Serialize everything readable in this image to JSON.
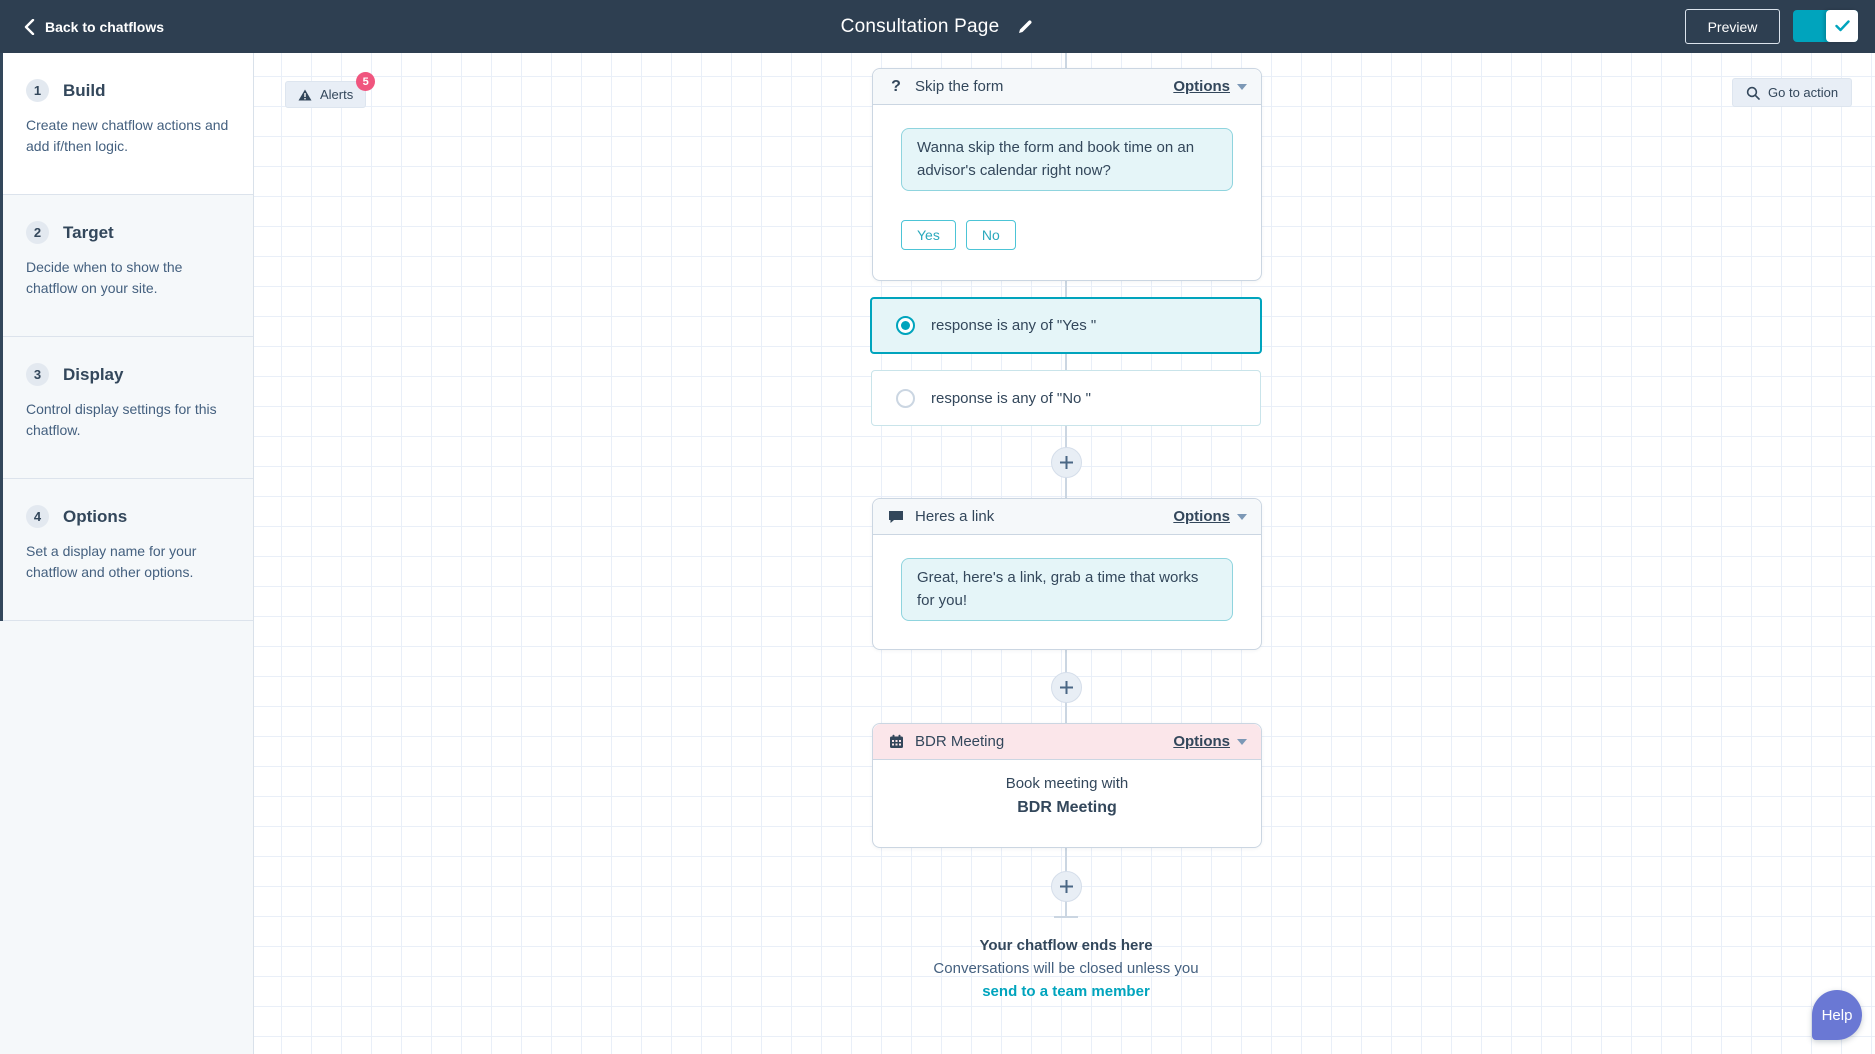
{
  "topbar": {
    "back_label": "Back to chatflows",
    "title": "Consultation Page",
    "preview_label": "Preview"
  },
  "sidebar": {
    "steps": [
      {
        "num": "1",
        "title": "Build",
        "desc": "Create new chatflow actions and add if/then logic."
      },
      {
        "num": "2",
        "title": "Target",
        "desc": "Decide when to show the chatflow on your site."
      },
      {
        "num": "3",
        "title": "Display",
        "desc": "Control display settings for this chatflow."
      },
      {
        "num": "4",
        "title": "Options",
        "desc": "Set a display name for your chatflow and other options."
      }
    ]
  },
  "canvas": {
    "alerts": {
      "label": "Alerts",
      "count": "5"
    },
    "go_to_action_label": "Go to action",
    "skip_form": {
      "icon_glyph": "?",
      "title": "Skip the form",
      "options_label": "Options",
      "message": "Wanna skip the form and book time on an advisor's calendar right now?",
      "quick_replies": [
        "Yes",
        "No"
      ]
    },
    "branches": {
      "yes": "response is any of \"Yes \"",
      "no": "response is any of \"No \""
    },
    "link_message": {
      "title": "Heres a link",
      "options_label": "Options",
      "message": "Great, here's a link, grab a time that works for you!"
    },
    "meeting": {
      "title": "BDR Meeting",
      "options_label": "Options",
      "line1": "Book meeting with",
      "line2": "BDR Meeting"
    },
    "end": {
      "line1": "Your chatflow ends here",
      "line2": "Conversations will be closed unless you",
      "link_label": "send to a team member"
    }
  },
  "help_label": "Help",
  "colors": {
    "topbar_bg": "#2e3f51",
    "navy": "#33475b",
    "accent_teal": "#00a4bd",
    "bubble_bg": "#e5f5f8",
    "pink_header": "#fbe6ea",
    "alert_badge": "#f0557e",
    "help_purple": "#6a78d4"
  }
}
